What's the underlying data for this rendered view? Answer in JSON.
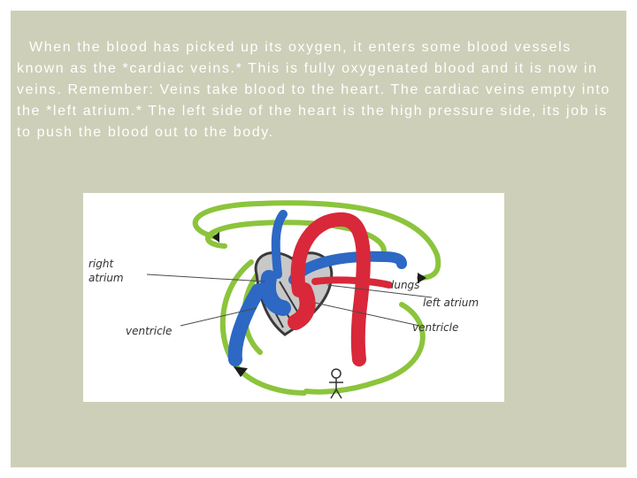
{
  "slide": {
    "paragraph": "When the blood has picked up its oxygen, it enters some blood vessels known as the *cardiac veins.* This is fully oxygenated blood and it is now in veins. Remember: Veins take blood to the heart. The cardiac veins empty into the *left atrium.* The left side of the heart is the high pressure side, its job is to push the blood out to the body."
  },
  "diagram": {
    "labels": {
      "right_atrium_line1": "right",
      "right_atrium_line2": "atrium",
      "right_ventricle": "ventricle",
      "lungs": "lungs",
      "left_atrium": "left atrium",
      "left_ventricle": "ventricle"
    },
    "colors": {
      "oxygenated": "#d8283a",
      "deoxygenated": "#2c68c4",
      "circulation_arrow": "#8cc43c",
      "heart_shell": "#3a3a3a"
    }
  }
}
